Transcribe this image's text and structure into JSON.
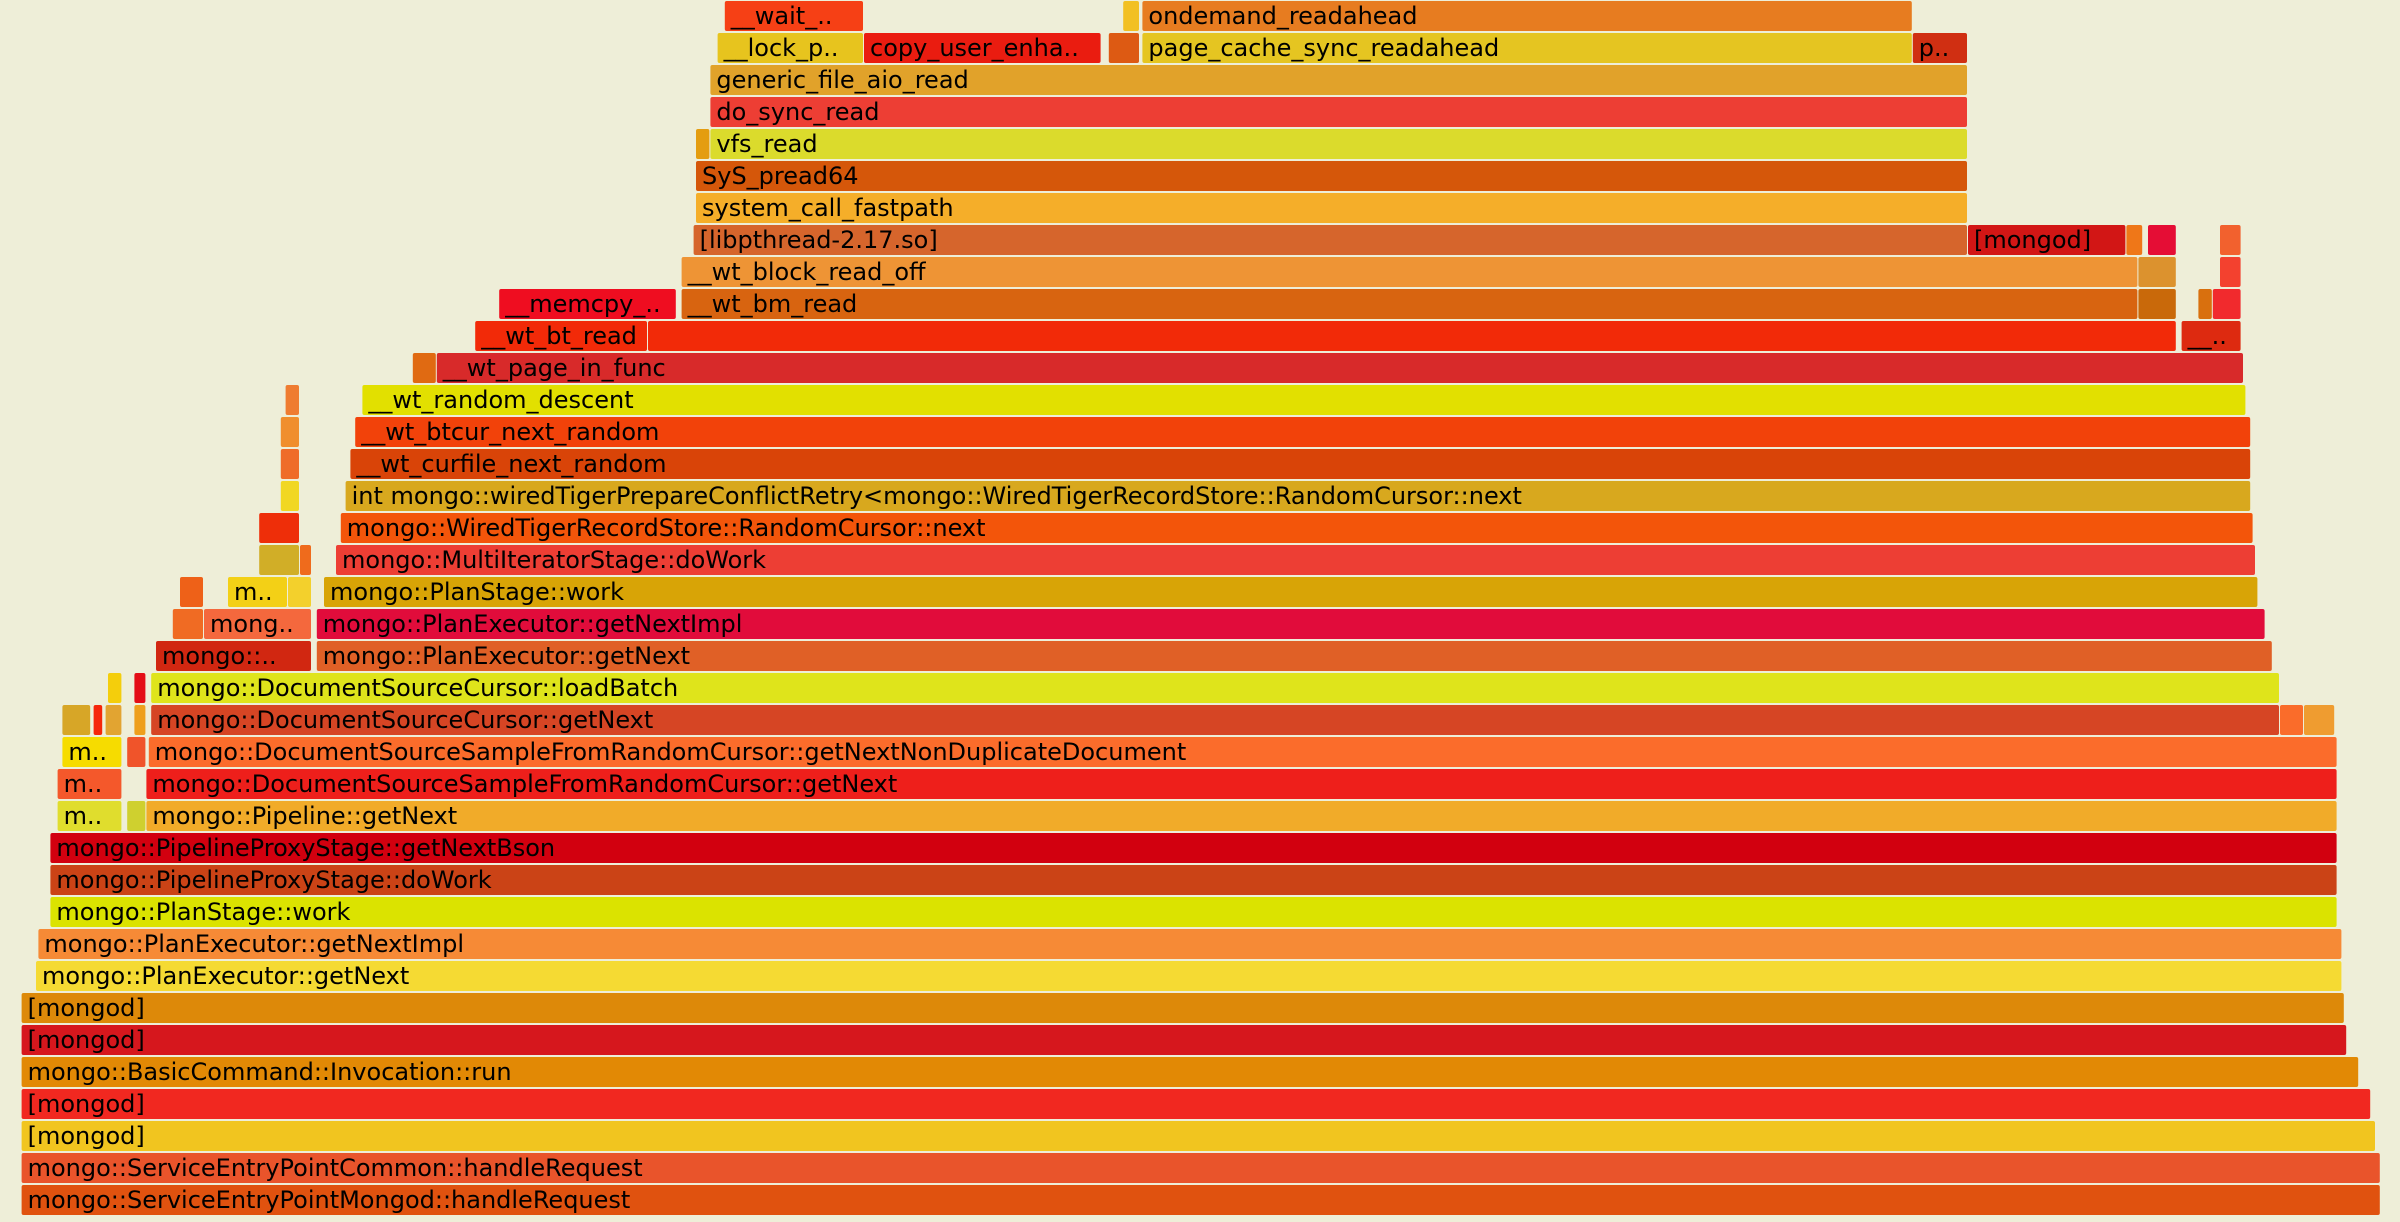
{
  "chart_data": {
    "type": "flamegraph",
    "x_range": [
      0,
      100
    ],
    "depth_count": 38,
    "orientation": "icicle-bottom-up",
    "background": "#eeeed8",
    "frames": [
      {
        "depth": 0,
        "start": 0.9,
        "end": 99.2,
        "label": "mongo::ServiceEntryPointMongod::handleRequest",
        "color": "#e0520f"
      },
      {
        "depth": 1,
        "start": 0.9,
        "end": 99.2,
        "label": "mongo::ServiceEntryPointCommon::handleRequest",
        "color": "#e9542b"
      },
      {
        "depth": 2,
        "start": 0.9,
        "end": 99.0,
        "label": "[mongod]",
        "color": "#f1c51f"
      },
      {
        "depth": 3,
        "start": 0.9,
        "end": 98.8,
        "label": "[mongod]",
        "color": "#f12820"
      },
      {
        "depth": 4,
        "start": 0.9,
        "end": 98.3,
        "label": "mongo::BasicCommand::Invocation::run",
        "color": "#e28905"
      },
      {
        "depth": 5,
        "start": 0.9,
        "end": 97.8,
        "label": "[mongod]",
        "color": "#d6171d"
      },
      {
        "depth": 6,
        "start": 0.9,
        "end": 97.7,
        "label": "[mongod]",
        "color": "#dd8909"
      },
      {
        "depth": 7,
        "start": 1.5,
        "end": 97.6,
        "label": "mongo::PlanExecutor::getNext",
        "color": "#f5da33"
      },
      {
        "depth": 8,
        "start": 1.6,
        "end": 97.6,
        "label": "mongo::PlanExecutor::getNextImpl",
        "color": "#f68a36"
      },
      {
        "depth": 9,
        "start": 2.1,
        "end": 97.4,
        "label": "mongo::PlanStage::work",
        "color": "#dbe300"
      },
      {
        "depth": 10,
        "start": 2.1,
        "end": 97.4,
        "label": "mongo::PipelineProxyStage::doWork",
        "color": "#cb4316"
      },
      {
        "depth": 11,
        "start": 2.1,
        "end": 97.4,
        "label": "mongo::PipelineProxyStage::getNextBson",
        "color": "#d2000f"
      },
      {
        "depth": 12,
        "start": 2.4,
        "end": 5.1,
        "label": "m..",
        "color": "#e0dd2d"
      },
      {
        "depth": 12,
        "start": 5.3,
        "end": 6.1,
        "label": "",
        "color": "#cfd02f"
      },
      {
        "depth": 12,
        "start": 6.1,
        "end": 97.4,
        "label": "mongo::Pipeline::getNext",
        "color": "#f1ab29"
      },
      {
        "depth": 13,
        "start": 2.4,
        "end": 5.1,
        "label": "m..",
        "color": "#f4582b"
      },
      {
        "depth": 13,
        "start": 6.1,
        "end": 97.4,
        "label": "mongo::DocumentSourceSampleFromRandomCursor::getNext",
        "color": "#ee1f1b"
      },
      {
        "depth": 14,
        "start": 2.6,
        "end": 5.1,
        "label": "m..",
        "color": "#f6dc00"
      },
      {
        "depth": 14,
        "start": 5.3,
        "end": 6.1,
        "label": "",
        "color": "#f0542a"
      },
      {
        "depth": 14,
        "start": 6.2,
        "end": 97.4,
        "label": "mongo::DocumentSourceSampleFromRandomCursor::getNextNonDuplicateDocument",
        "color": "#fb6c2b"
      },
      {
        "depth": 15,
        "start": 2.6,
        "end": 3.8,
        "label": "",
        "color": "#d7a627"
      },
      {
        "depth": 15,
        "start": 3.9,
        "end": 4.3,
        "label": "",
        "color": "#f6260a"
      },
      {
        "depth": 15,
        "start": 4.4,
        "end": 5.1,
        "label": "",
        "color": "#e2a431"
      },
      {
        "depth": 15,
        "start": 5.6,
        "end": 6.1,
        "label": "",
        "color": "#ee9f1c"
      },
      {
        "depth": 15,
        "start": 6.3,
        "end": 95.0,
        "label": "mongo::DocumentSourceCursor::getNext",
        "color": "#d64524"
      },
      {
        "depth": 15,
        "start": 95.0,
        "end": 96.0,
        "label": "",
        "color": "#fa6c2a"
      },
      {
        "depth": 15,
        "start": 96.0,
        "end": 97.3,
        "label": "",
        "color": "#ef9c30"
      },
      {
        "depth": 16,
        "start": 4.5,
        "end": 5.1,
        "label": "",
        "color": "#f4ce0c"
      },
      {
        "depth": 16,
        "start": 5.6,
        "end": 6.1,
        "label": "",
        "color": "#e40d16"
      },
      {
        "depth": 16,
        "start": 6.3,
        "end": 95.0,
        "label": "mongo::DocumentSourceCursor::loadBatch",
        "color": "#dfe41b"
      },
      {
        "depth": 17,
        "start": 6.5,
        "end": 13.0,
        "label": "mongo::..",
        "color": "#d12711"
      },
      {
        "depth": 17,
        "start": 13.2,
        "end": 94.7,
        "label": "mongo::PlanExecutor::getNext",
        "color": "#e06026"
      },
      {
        "depth": 18,
        "start": 7.2,
        "end": 8.5,
        "label": "",
        "color": "#f06b23"
      },
      {
        "depth": 18,
        "start": 8.5,
        "end": 13.0,
        "label": "mong..",
        "color": "#f4683d"
      },
      {
        "depth": 18,
        "start": 13.2,
        "end": 94.4,
        "label": "mongo::PlanExecutor::getNextImpl",
        "color": "#e10c3b"
      },
      {
        "depth": 19,
        "start": 7.5,
        "end": 8.5,
        "label": "",
        "color": "#ee6118"
      },
      {
        "depth": 19,
        "start": 9.5,
        "end": 12.0,
        "label": "m..",
        "color": "#f3d016"
      },
      {
        "depth": 19,
        "start": 12.0,
        "end": 13.0,
        "label": "",
        "color": "#f3d02c"
      },
      {
        "depth": 19,
        "start": 13.5,
        "end": 94.1,
        "label": "mongo::PlanStage::work",
        "color": "#d8a406"
      },
      {
        "depth": 20,
        "start": 10.8,
        "end": 12.5,
        "label": "",
        "color": "#d1ae27"
      },
      {
        "depth": 20,
        "start": 12.5,
        "end": 13.0,
        "label": "",
        "color": "#ef6b1c"
      },
      {
        "depth": 20,
        "start": 14.0,
        "end": 94.0,
        "label": "mongo::MultiIteratorStage::doWork",
        "color": "#ed3e34"
      },
      {
        "depth": 21,
        "start": 10.8,
        "end": 12.5,
        "label": "",
        "color": "#ee2e09"
      },
      {
        "depth": 21,
        "start": 14.2,
        "end": 93.9,
        "label": "mongo::WiredTigerRecordStore::RandomCursor::next",
        "color": "#f3550a"
      },
      {
        "depth": 22,
        "start": 11.7,
        "end": 12.5,
        "label": "",
        "color": "#f1d722"
      },
      {
        "depth": 22,
        "start": 14.4,
        "end": 93.8,
        "label": "int mongo::wiredTigerPrepareConflictRetry<mongo::WiredTigerRecordStore::RandomCursor::next",
        "color": "#d8a81e"
      },
      {
        "depth": 23,
        "start": 11.7,
        "end": 12.5,
        "label": "",
        "color": "#ef6c29"
      },
      {
        "depth": 23,
        "start": 14.6,
        "end": 93.8,
        "label": "__wt_curfile_next_random",
        "color": "#d94408"
      },
      {
        "depth": 24,
        "start": 11.7,
        "end": 12.5,
        "label": "",
        "color": "#f08e2d"
      },
      {
        "depth": 24,
        "start": 14.8,
        "end": 93.8,
        "label": "__wt_btcur_next_random",
        "color": "#f2420a"
      },
      {
        "depth": 25,
        "start": 11.9,
        "end": 12.5,
        "label": "",
        "color": "#ef7c31"
      },
      {
        "depth": 25,
        "start": 15.1,
        "end": 93.6,
        "label": "__wt_random_descent",
        "color": "#e2e000"
      },
      {
        "depth": 26,
        "start": 17.2,
        "end": 18.2,
        "label": "",
        "color": "#e06a12"
      },
      {
        "depth": 26,
        "start": 18.2,
        "end": 93.5,
        "label": "__wt_page_in_func",
        "color": "#d82a2a"
      },
      {
        "depth": 27,
        "start": 19.8,
        "end": 27.0,
        "label": "__wt_bt_read",
        "color": "#f22a08"
      },
      {
        "depth": 27,
        "start": 27.0,
        "end": 90.7,
        "label": "",
        "color": "#f22a08"
      },
      {
        "depth": 27,
        "start": 90.9,
        "end": 93.4,
        "label": "__..",
        "color": "#dd2a10"
      },
      {
        "depth": 28,
        "start": 20.8,
        "end": 28.2,
        "label": "__memcpy_..",
        "color": "#ef0d20"
      },
      {
        "depth": 28,
        "start": 28.4,
        "end": 89.1,
        "label": "__wt_bm_read",
        "color": "#d86410"
      },
      {
        "depth": 28,
        "start": 89.1,
        "end": 90.7,
        "label": "",
        "color": "#c9690a"
      },
      {
        "depth": 28,
        "start": 91.6,
        "end": 92.2,
        "label": "",
        "color": "#d9700e"
      },
      {
        "depth": 28,
        "start": 92.2,
        "end": 93.4,
        "label": "",
        "color": "#f12a2d"
      },
      {
        "depth": 29,
        "start": 28.4,
        "end": 89.1,
        "label": "__wt_block_read_off",
        "color": "#ee9435"
      },
      {
        "depth": 29,
        "start": 89.1,
        "end": 90.7,
        "label": "",
        "color": "#dc922e"
      },
      {
        "depth": 29,
        "start": 92.5,
        "end": 93.4,
        "label": "",
        "color": "#f3412f"
      },
      {
        "depth": 30,
        "start": 28.9,
        "end": 82.0,
        "label": "[libpthread-2.17.so]",
        "color": "#d6652c"
      },
      {
        "depth": 30,
        "start": 82.0,
        "end": 88.6,
        "label": "[mongod]",
        "color": "#d21615"
      },
      {
        "depth": 30,
        "start": 88.6,
        "end": 89.3,
        "label": "",
        "color": "#ef7718"
      },
      {
        "depth": 30,
        "start": 89.5,
        "end": 90.7,
        "label": "",
        "color": "#e50d35"
      },
      {
        "depth": 30,
        "start": 92.5,
        "end": 93.4,
        "label": "",
        "color": "#f2612e"
      },
      {
        "depth": 31,
        "start": 29.0,
        "end": 82.0,
        "label": "system_call_fastpath",
        "color": "#f5ae29"
      },
      {
        "depth": 32,
        "start": 29.0,
        "end": 82.0,
        "label": "SyS_pread64",
        "color": "#d5570a"
      },
      {
        "depth": 33,
        "start": 29.0,
        "end": 29.6,
        "label": "",
        "color": "#e49d10"
      },
      {
        "depth": 33,
        "start": 29.6,
        "end": 82.0,
        "label": "vfs_read",
        "color": "#dbdb2c"
      },
      {
        "depth": 34,
        "start": 29.6,
        "end": 82.0,
        "label": "do_sync_read",
        "color": "#ed3e34"
      },
      {
        "depth": 35,
        "start": 29.6,
        "end": 82.0,
        "label": "generic_file_aio_read",
        "color": "#e1a22a"
      },
      {
        "depth": 36,
        "start": 29.9,
        "end": 36.0,
        "label": "__lock_p..",
        "color": "#e7c41e"
      },
      {
        "depth": 36,
        "start": 36.0,
        "end": 45.9,
        "label": "copy_user_enha..",
        "color": "#ea1c10"
      },
      {
        "depth": 36,
        "start": 46.2,
        "end": 47.5,
        "label": "",
        "color": "#dd5a13"
      },
      {
        "depth": 36,
        "start": 47.6,
        "end": 79.7,
        "label": "page_cache_sync_readahead",
        "color": "#e5c521"
      },
      {
        "depth": 36,
        "start": 79.7,
        "end": 82.0,
        "label": "p..",
        "color": "#d02f12"
      },
      {
        "depth": 37,
        "start": 30.2,
        "end": 36.0,
        "label": "__wait_..",
        "color": "#f64015"
      },
      {
        "depth": 37,
        "start": 46.8,
        "end": 47.5,
        "label": "",
        "color": "#f2c023"
      },
      {
        "depth": 37,
        "start": 47.6,
        "end": 79.7,
        "label": "ondemand_readahead",
        "color": "#e77c20"
      }
    ]
  }
}
